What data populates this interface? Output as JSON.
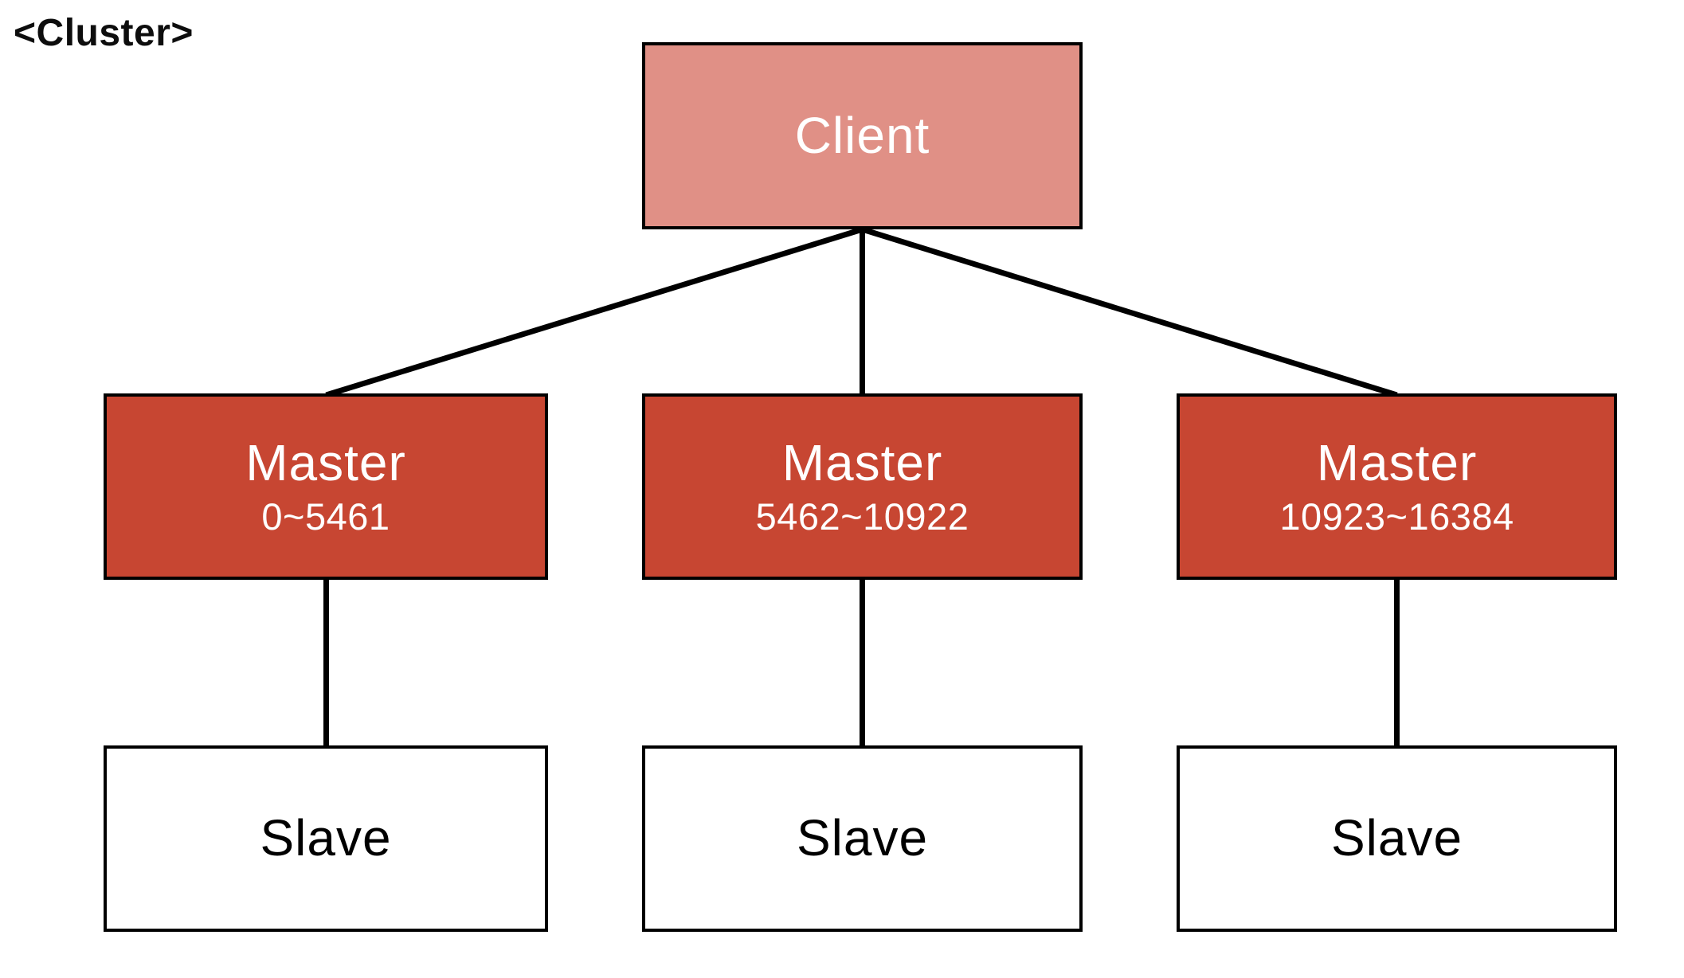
{
  "caption": "<Cluster>",
  "colors": {
    "background": "#FFFFFF",
    "client_fill": "#E09086",
    "master_fill": "#C74632",
    "slave_fill": "#FFFFFF",
    "node_border": "#000000",
    "connector_line": "#000000",
    "client_text": "#FFFFFF",
    "master_text": "#FFFFFF",
    "slave_text": "#000000",
    "caption_text": "#0D0D0D"
  },
  "nodes": {
    "client": {
      "label": "Client"
    },
    "masters": [
      {
        "label": "Master",
        "range": "0~5461"
      },
      {
        "label": "Master",
        "range": "5462~10922"
      },
      {
        "label": "Master",
        "range": "10923~16384"
      }
    ],
    "slaves": [
      {
        "label": "Slave"
      },
      {
        "label": "Slave"
      },
      {
        "label": "Slave"
      }
    ]
  }
}
